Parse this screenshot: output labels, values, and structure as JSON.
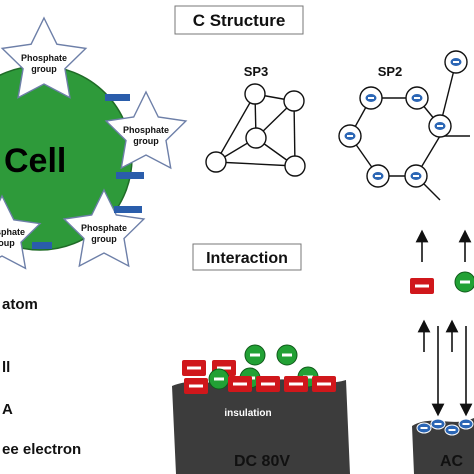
{
  "cell": {
    "label": "Cell"
  },
  "phosphate": {
    "line1": "Phosphate",
    "line2": "group"
  },
  "c_structure": {
    "title": "C Structure",
    "sp3": "SP3",
    "sp2": "SP2"
  },
  "interaction": {
    "title": "Interaction",
    "insulation": "insulation",
    "dc_label": "DC 80V",
    "ac_label": "AC"
  },
  "legend": {
    "items": [
      "atom",
      "ll",
      "A",
      "ee electron"
    ]
  },
  "colors": {
    "cell_green": "#2e9a3a",
    "bar_blue": "#2a5dab",
    "plus_red": "#d0171b",
    "minus_green": "#22a135",
    "electron_blue": "#2b66b5",
    "substrate": "#3c3c3c"
  },
  "icons": [
    "star-shape",
    "plus-sign",
    "minus-sign",
    "arrow-up",
    "arrow-down"
  ]
}
